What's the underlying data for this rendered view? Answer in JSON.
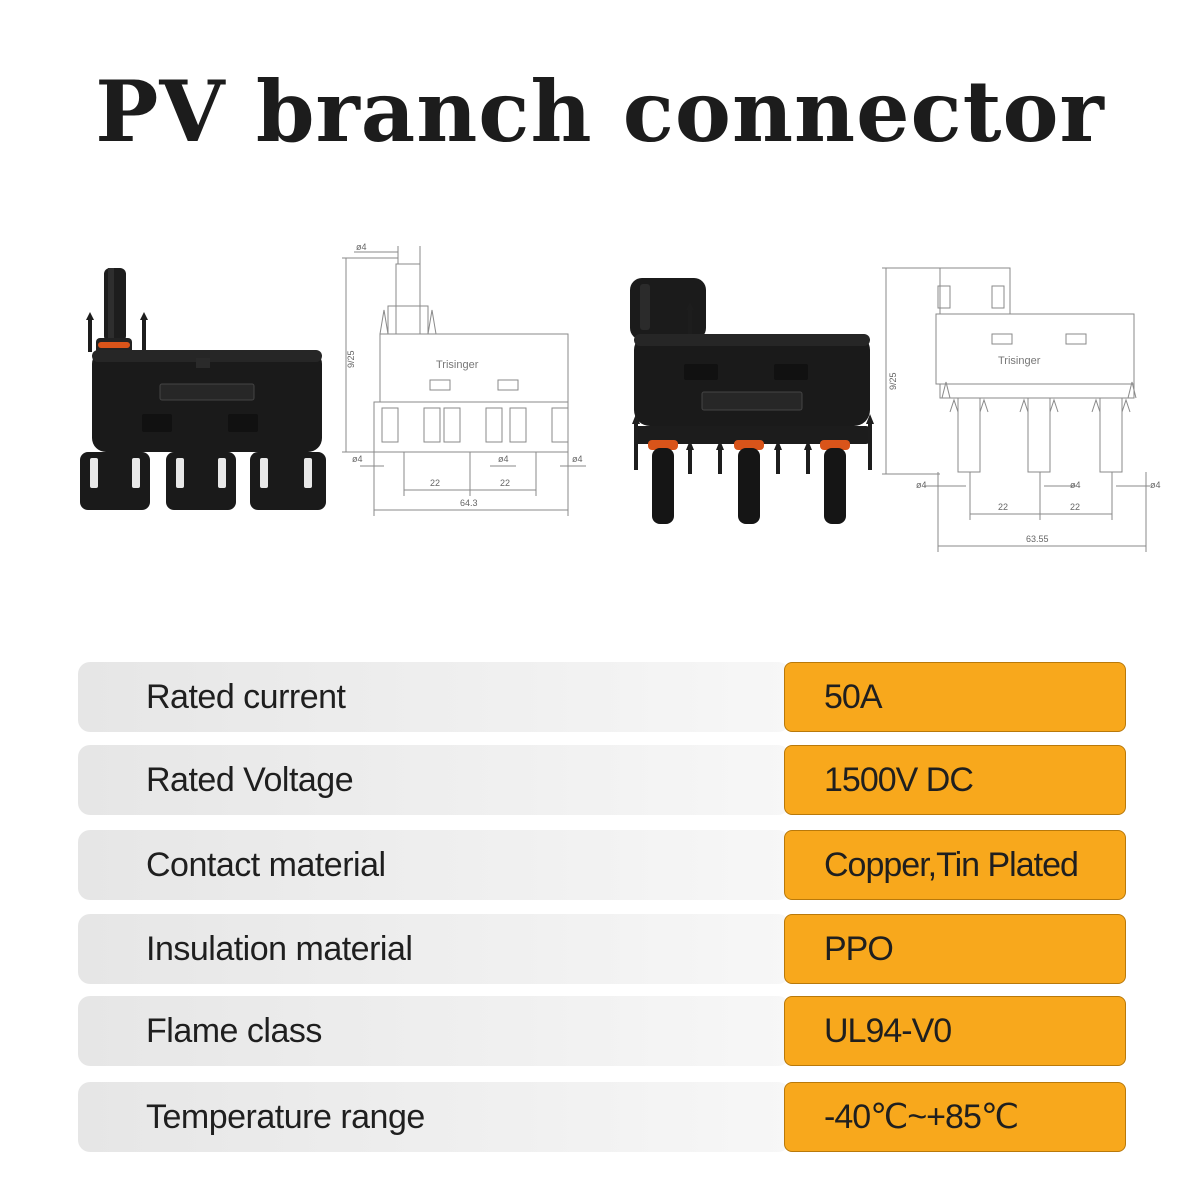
{
  "title": "PV branch connector",
  "diagram_left": {
    "brand": "Trisinger",
    "dims": {
      "top_small": "ø4",
      "height": "9/25",
      "left_pin": "ø4",
      "mid_pin": "ø4",
      "right_pin": "ø4",
      "spacing_1": "22",
      "spacing_2": "22",
      "total_width": "64.3"
    }
  },
  "diagram_right": {
    "brand": "Trisinger",
    "dims": {
      "height": "9/25",
      "left_pin": "ø4",
      "mid_pin": "ø4",
      "right_pin": "ø4",
      "spacing_1": "22",
      "spacing_2": "22",
      "total_width": "63.55"
    }
  },
  "specs": [
    {
      "label": "Rated current",
      "value": "50A"
    },
    {
      "label": "Rated Voltage",
      "value": "1500V DC"
    },
    {
      "label": "Contact material",
      "value": "Copper,Tin Plated"
    },
    {
      "label": "Insulation material",
      "value": "PPO"
    },
    {
      "label": "Flame class",
      "value": "UL94-V0"
    },
    {
      "label": "Temperature range",
      "value": "-40℃~+85℃"
    }
  ],
  "colors": {
    "accent": "#f8a81c",
    "title": "#1c1c1c",
    "connector": "#1b1b1b",
    "seal": "#d9541a"
  }
}
